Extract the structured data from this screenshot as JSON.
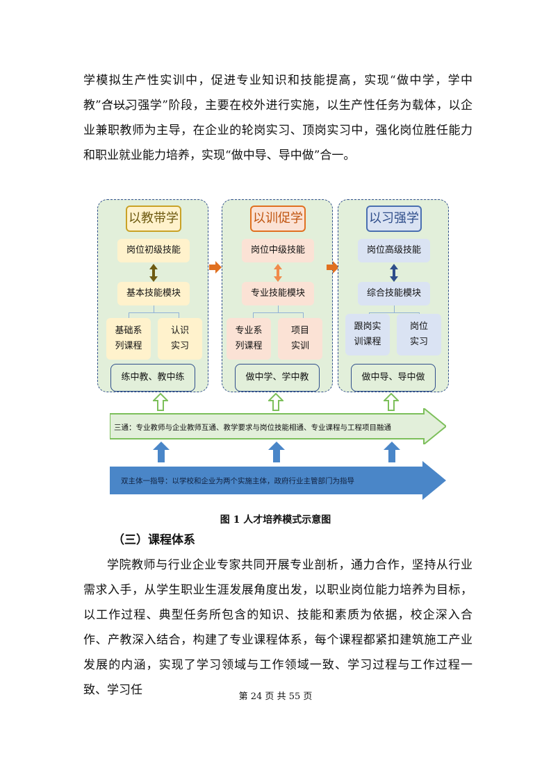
{
  "paragraph_top": "学模拟生产性实训中，促进专业知识和技能提高，实现“做中学，学中教”合一。",
  "paragraph_2": "“以习强学”阶段，主要在校外进行实施，以生产性任务为载体，以企业兼职教师为主导，在企业的轮岗实习、顶岗实习中，强化岗位胜任能力和职业就业能力培养，实现“做中导、导中做”合一。",
  "figure": {
    "panels": [
      {
        "title": "以教带学",
        "skill": "岗位初级技能",
        "module": "基本技能模块",
        "sub_left": [
          "基础系",
          "列课程"
        ],
        "sub_right": [
          "认识",
          "实习"
        ],
        "bottom": "练中教、教中练"
      },
      {
        "title": "以训促学",
        "skill": "岗位中级技能",
        "module": "专业技能模块",
        "sub_left": [
          "专业系",
          "列课程"
        ],
        "sub_right": [
          "项目",
          "实训"
        ],
        "bottom": "做中学、学中教"
      },
      {
        "title": "以习强学",
        "skill": "岗位高级技能",
        "module": "综合技能模块",
        "sub_left": [
          "跟岗实",
          "训课程"
        ],
        "sub_right": [
          "岗位",
          "实习"
        ],
        "bottom": "做中导、导中做"
      }
    ],
    "banner_green": "三通：专业教师与企业教师互通、教学要求与岗位技能相通、专业课程与工程项目融通",
    "banner_blue": "双主体一指导：以学校和企业为两个实施主体，政府行业主管部门为指导",
    "colors": {
      "panel_bg": "#e2efda",
      "panel_border": "#2e4d8a",
      "tier1_box": "#fff2cc",
      "tier2_box": "#fbe2d5",
      "tier3_box": "#dae3f3",
      "flow_arrow": "#e07020",
      "green_banner": "#7cbf5a",
      "blue_banner": "#4a86c8"
    }
  },
  "caption": "图 1  人才培养模式示意图",
  "section_heading": "（三）课程体系",
  "paragraph_3": "学院教师与行业企业专家共同开展专业剖析，通力合作，坚持从行业需求入手，从学生职业生涯发展角度出发，以职业岗位能力培养为目标，以工作过程、典型任务所包含的知识、技能和素质为依据，校企深入合作、产教深入结合，构建了专业课程体系，每个课程都紧扣建筑施工产业发展的内涵，实现了学习领域与工作领域一致、学习过程与工作过程一致、学习任",
  "footer": "第 24 页 共 55 页"
}
